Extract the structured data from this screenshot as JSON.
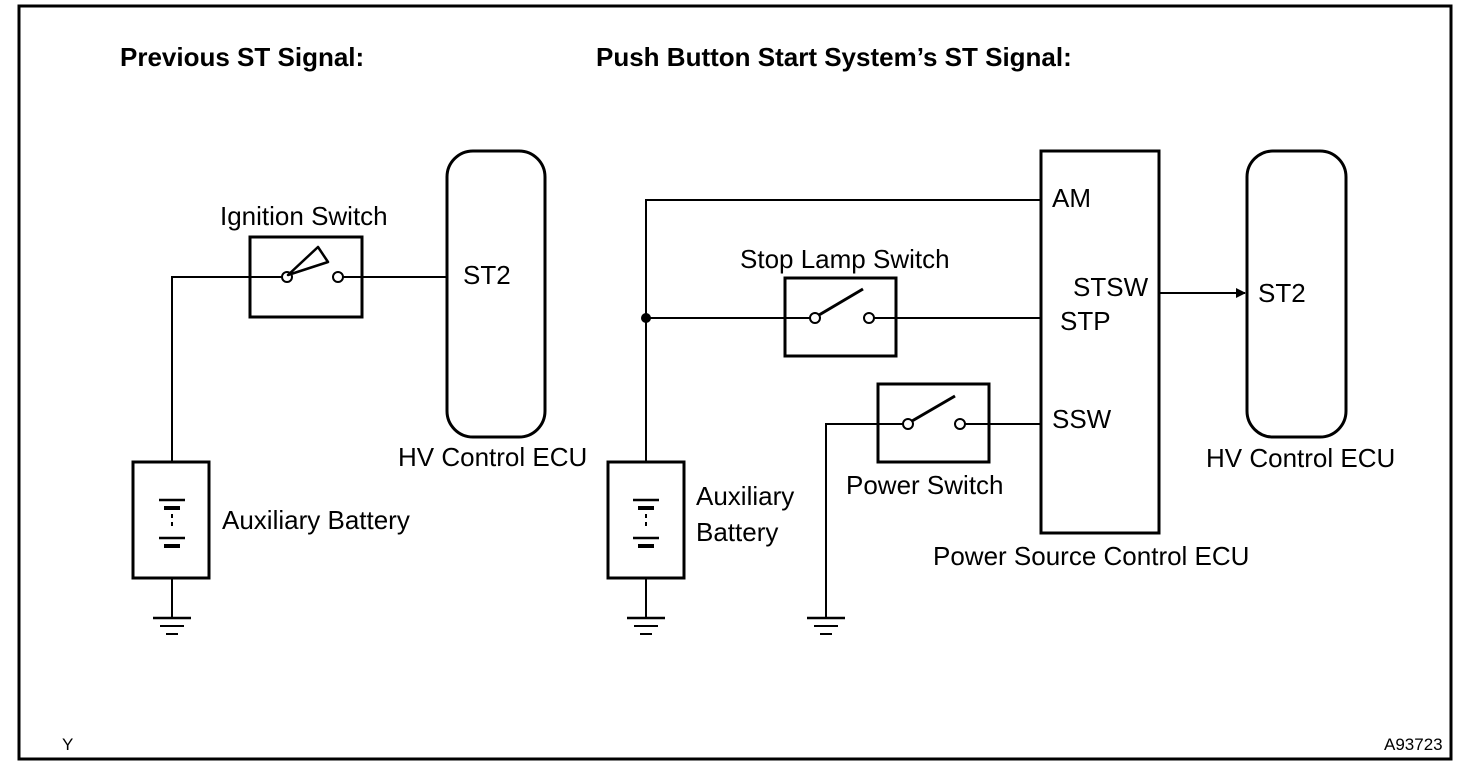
{
  "headings": {
    "previous": "Previous ST Signal:",
    "push_button": "Push Button Start System’s ST Signal:"
  },
  "left_circuit": {
    "ignition_switch": "Ignition Switch",
    "ecu_terminal": "ST2",
    "ecu_name": "HV Control ECU",
    "battery": "Auxiliary Battery"
  },
  "right_circuit": {
    "battery_line1": "Auxiliary",
    "battery_line2": "Battery",
    "stop_lamp_switch": "Stop Lamp Switch",
    "power_switch": "Power Switch",
    "power_ecu_name": "Power Source Control ECU",
    "terminals": {
      "am": "AM",
      "stsw": "STSW",
      "stp": "STP",
      "ssw": "SSW"
    },
    "hv_terminal": "ST2",
    "hv_ecu_name": "HV Control ECU"
  },
  "footer": {
    "left_code": "Y",
    "figure_id": "A93723"
  }
}
